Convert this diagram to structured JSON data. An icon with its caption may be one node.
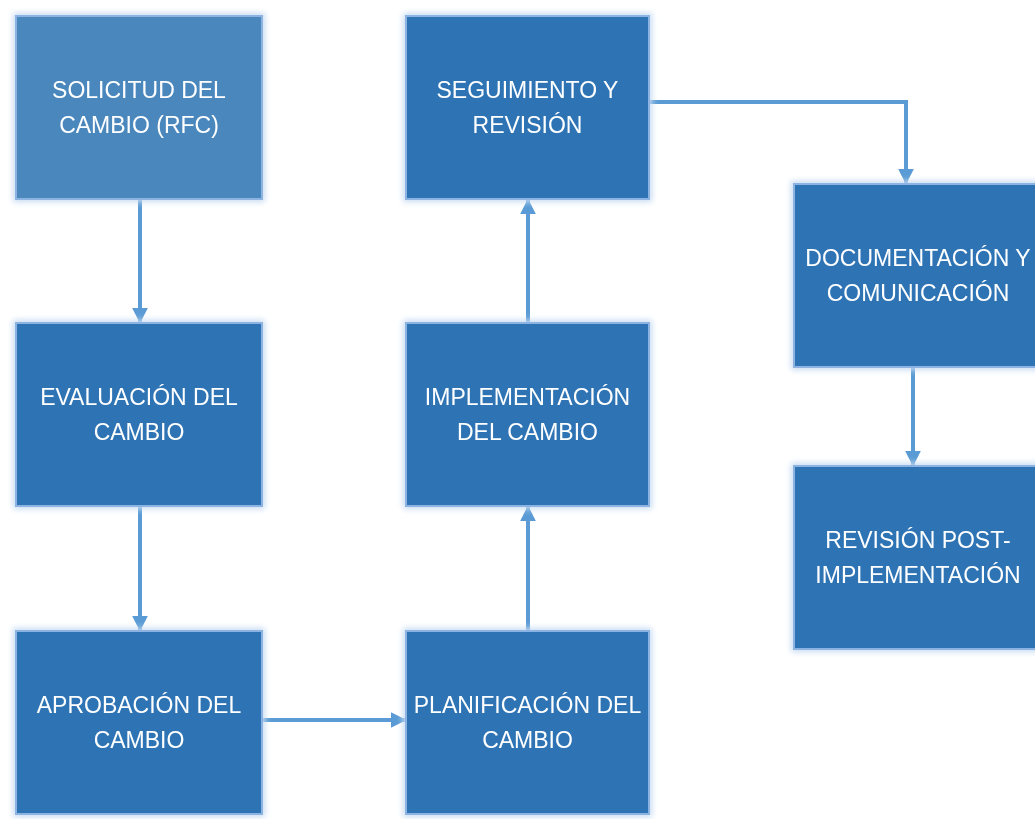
{
  "diagram": {
    "nodes": [
      {
        "text": [
          "SOLICITUD DEL CAMBIO (RFC)"
        ]
      },
      {
        "text": [
          "EVALUACIÓN DEL CAMBIO"
        ]
      },
      {
        "text": [
          "APROBACIÓN DEL CAMBIO"
        ]
      },
      {
        "text": [
          "PLANIFICACIÓN DEL CAMBIO"
        ]
      },
      {
        "text": [
          "IMPLEMENTACIÓN DEL CAMBIO"
        ]
      },
      {
        "text": [
          "SEGUIMIENTO Y REVISIÓN"
        ]
      },
      {
        "text": [
          "DOCUMENTACIÓN Y COMUNICACIÓN"
        ]
      },
      {
        "text": [
          "REVISIÓN POST-IMPLEMENTACIÓN"
        ]
      }
    ],
    "edges": [
      {
        "from": 0,
        "to": 1,
        "arrow": "to"
      },
      {
        "from": 1,
        "to": 2,
        "arrow": "to"
      },
      {
        "from": 2,
        "to": 3,
        "arrow": "to"
      },
      {
        "from": 3,
        "to": 4,
        "arrow": "to"
      },
      {
        "from": 4,
        "to": 5,
        "arrow": "to"
      },
      {
        "from": 5,
        "to": 6,
        "arrow": "to"
      },
      {
        "from": 6,
        "to": 7,
        "arrow": "to"
      }
    ]
  }
}
